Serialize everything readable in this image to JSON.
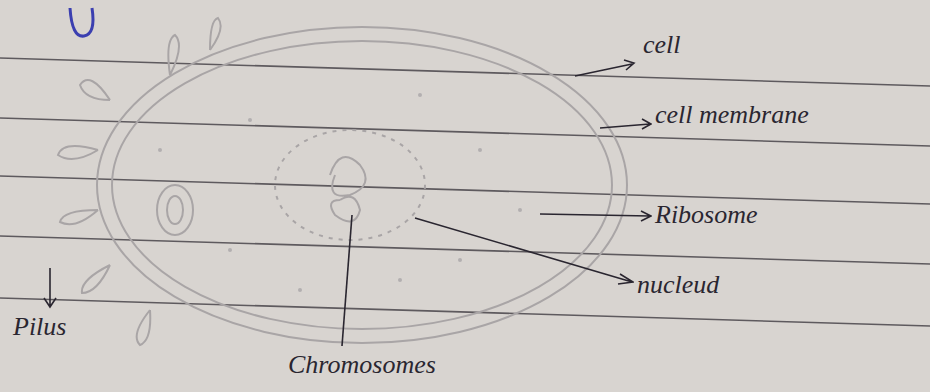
{
  "diagram": {
    "labels": [
      "cell",
      "cell membrane",
      "Ribosome",
      "nucleud",
      "Pilus",
      "Chromosomes"
    ]
  }
}
